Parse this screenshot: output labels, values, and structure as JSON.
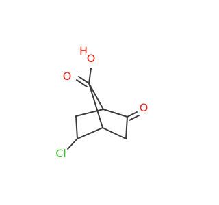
{
  "molecule": {
    "atoms": {
      "hydroxyl_h": {
        "label": "H",
        "color": "#e8241b"
      },
      "hydroxyl_o": {
        "label": "O",
        "color": "#e8241b"
      },
      "carbonyl_acid_o": {
        "label": "O",
        "color": "#e8241b"
      },
      "ketone_o": {
        "label": "O",
        "color": "#e8241b"
      },
      "chlorine": {
        "label": "Cl",
        "color": "#3cb82e"
      }
    },
    "bond_color": "#3a3a3a"
  }
}
